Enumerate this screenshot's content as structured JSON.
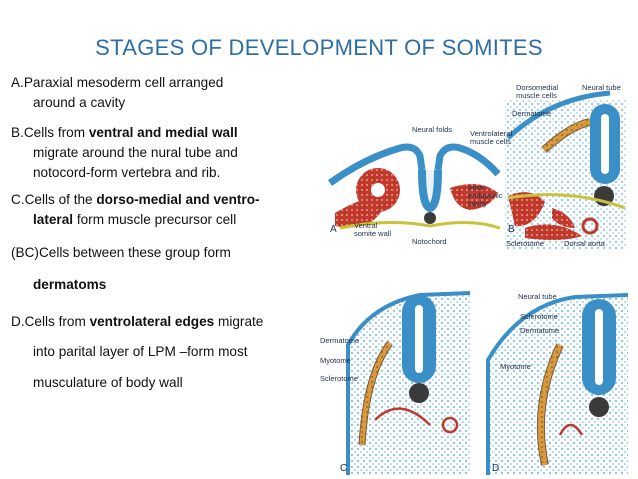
{
  "title": "STAGES OF DEVELOPMENT OF SOMITES",
  "bullets": {
    "a": {
      "l1": "A.Paraxial mesoderm cell arranged",
      "l2": "around a cavity"
    },
    "b": {
      "pre": "B.Cells from ",
      "bold": "ventral and medial wall",
      "l2": "migrate around the nural tube and",
      "l3": "notocord-form vertebra and rib."
    },
    "c": {
      "pre": "C.Cells of the ",
      "bold1": "dorso-medial and ventro-",
      "bold2": "lateral",
      "post": " form muscle precursor cell"
    },
    "bc": {
      "l1": "(BC)Cells between these group form",
      "bold": "dermatoms"
    },
    "d": {
      "pre": "D.Cells from ",
      "bold": "ventrolateral edges",
      "post": " migrate",
      "l2": "into parital layer of LPM –form most",
      "l3": "musculature of body wall"
    }
  },
  "figure": {
    "panel_a": {
      "letter": "A",
      "labels": {
        "neural_folds": "Neural folds",
        "ventral": "Ventral",
        "somite_wall": "somite wall",
        "notochord": "Notochord"
      }
    },
    "panel_b": {
      "letter": "B",
      "labels": {
        "dorsomedial1": "Dorsomedial",
        "dorsomedial2": "muscle cells",
        "neural_tube": "Neural tube",
        "dermatome": "Dermatome",
        "ventrolateral1": "Ventrolateral",
        "ventrolateral2": "muscle cells",
        "intra1": "Intra-",
        "intra2": "embryonic",
        "intra3": "cavity",
        "sclerotome": "Sclerotome",
        "dorsal_aorta": "Dorsal aorta"
      }
    },
    "panel_c": {
      "letter": "C",
      "labels": {
        "dermatome": "Dermatome",
        "myotome": "Myotome",
        "sclerotome": "Sclerotome"
      }
    },
    "panel_d": {
      "letter": "D",
      "labels": {
        "neural_tube": "Neural tube",
        "sclerotome": "Sclerotome",
        "dermatome": "Dermatome",
        "myotome": "Myotome"
      }
    },
    "colors": {
      "ectoderm": "#3a8fc7",
      "mesoderm": "#c0392b",
      "dermatome": "#d79a3c",
      "notochord": "#3a3a3a",
      "mesenchyme": "#4a9fd0"
    }
  }
}
